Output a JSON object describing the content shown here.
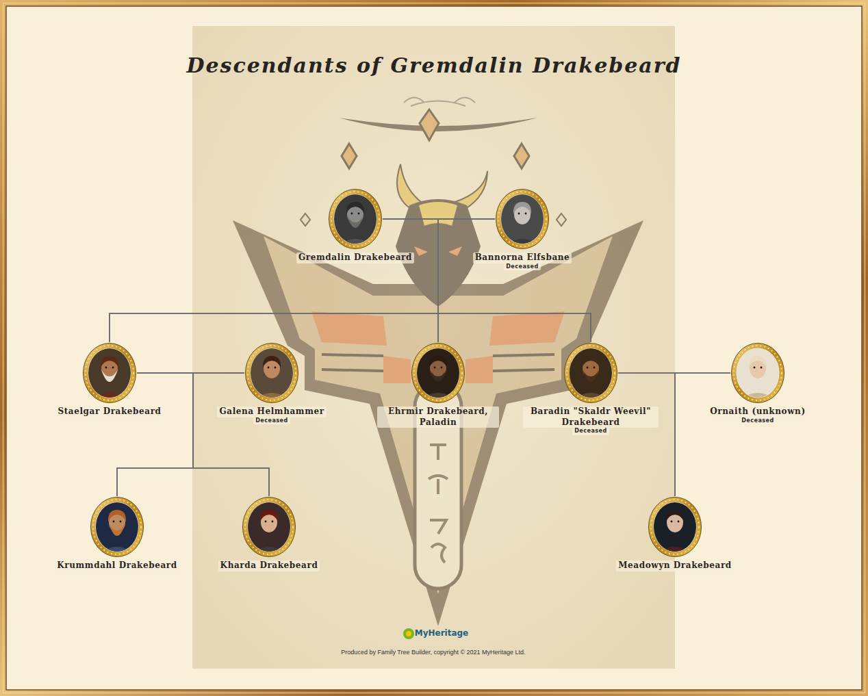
{
  "diagram": {
    "title": "Descendants of Gremdalin Drakebeard",
    "nodes": [
      {
        "text": [
          "Gremdalin Drakebeard"
        ]
      },
      {
        "text": [
          "Bannorna Elfsbane",
          "Deceased"
        ]
      },
      {
        "text": [
          "Staelgar Drakebeard"
        ]
      },
      {
        "text": [
          "Galena Helmhammer",
          "Deceased"
        ]
      },
      {
        "text": [
          "Ehrmir Drakebeard, Paladin"
        ]
      },
      {
        "text": [
          "Baradin \"Skaldr Weevil\" Drakebeard",
          "Deceased"
        ]
      },
      {
        "text": [
          "Ornaith (unknown)",
          "Deceased"
        ]
      },
      {
        "text": [
          "Krummdahl Drakebeard"
        ]
      },
      {
        "text": [
          "Kharda Drakebeard"
        ]
      },
      {
        "text": [
          "Meadowyn Drakebeard"
        ]
      }
    ],
    "edges": [
      {
        "from": 0,
        "to": 1,
        "arrow": "none"
      },
      {
        "from": 0,
        "to": 2,
        "arrow": "none"
      },
      {
        "from": 0,
        "to": 4,
        "arrow": "none"
      },
      {
        "from": 0,
        "to": 5,
        "arrow": "none"
      },
      {
        "from": 1,
        "to": 2,
        "arrow": "none"
      },
      {
        "from": 1,
        "to": 4,
        "arrow": "none"
      },
      {
        "from": 1,
        "to": 5,
        "arrow": "none"
      },
      {
        "from": 2,
        "to": 3,
        "arrow": "none"
      },
      {
        "from": 2,
        "to": 7,
        "arrow": "none"
      },
      {
        "from": 2,
        "to": 8,
        "arrow": "none"
      },
      {
        "from": 3,
        "to": 7,
        "arrow": "none"
      },
      {
        "from": 3,
        "to": 8,
        "arrow": "none"
      },
      {
        "from": 5,
        "to": 6,
        "arrow": "none"
      },
      {
        "from": 5,
        "to": 9,
        "arrow": "none"
      },
      {
        "from": 6,
        "to": 9,
        "arrow": "none"
      }
    ],
    "labels": [
      "MyHeritage",
      "Produced by Family Tree Builder, copyright © 2021 MyHeritage Ltd."
    ]
  }
}
